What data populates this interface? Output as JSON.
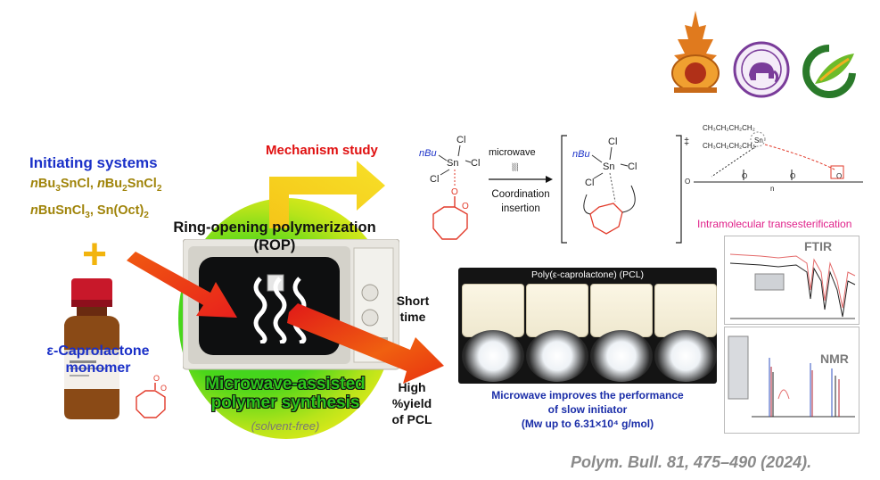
{
  "colors": {
    "initiator_blue": "#1a30c8",
    "tin_gold": "#a0840a",
    "mechanism_red": "#e01010",
    "green_title": "#2cc61b",
    "pink_label": "#e0218a",
    "reaction_red": "#d9261c",
    "caption_blue": "#1a2da8",
    "reference_gray": "#8a8a8a"
  },
  "left_panel": {
    "title": "Initiating systems",
    "initiators_line1": "nBu3SnCl, nBu2SnCl2",
    "initiators_line2": "nBuSnCl3, Sn(Oct)2",
    "plus_sign": "+",
    "monomer_line1": "ε-Caprolactone",
    "monomer_line2": "monomer"
  },
  "center_panel": {
    "rop_line1": "Ring-opening polymerization",
    "rop_line2": "(ROP)",
    "mechanism_label": "Mechanism study",
    "microwave_line1": "Microwave-assisted",
    "microwave_line2": "polymer synthesis",
    "solvent_note": "(solvent-free)",
    "short_time": "Short\ntime",
    "high_yield_line1": "High",
    "high_yield_line2": "%yield",
    "high_yield_line3": "of PCL"
  },
  "mechanism_panel": {
    "microwave_label": "microwave",
    "coordination_line1": "Coordination",
    "coordination_line2": "insertion",
    "transition_mark": "‡",
    "transester_label": "Intramolecular transesterification",
    "atoms": {
      "sn": "Sn",
      "cl": "Cl",
      "nbu": "nBu",
      "o": "O",
      "n": "n"
    }
  },
  "results_panel": {
    "photo_title": "Poly(ε-caprolactone) (PCL)",
    "caption_line1": "Microwave improves the performance",
    "caption_line2": "of slow initiator",
    "caption_line3": "(Mw up to 6.31×10⁴ g/mol)",
    "ftir_label": "FTIR",
    "nmr_label": "NMR"
  },
  "reference": "Polym. Bull. 81, 475–490 (2024).",
  "icons": [
    "university-seal-logo",
    "elephant-seal-logo",
    "green-leaf-logo",
    "microwave-oven-photo",
    "reagent-bottle-photo",
    "plus-icon",
    "arrow-icon"
  ]
}
